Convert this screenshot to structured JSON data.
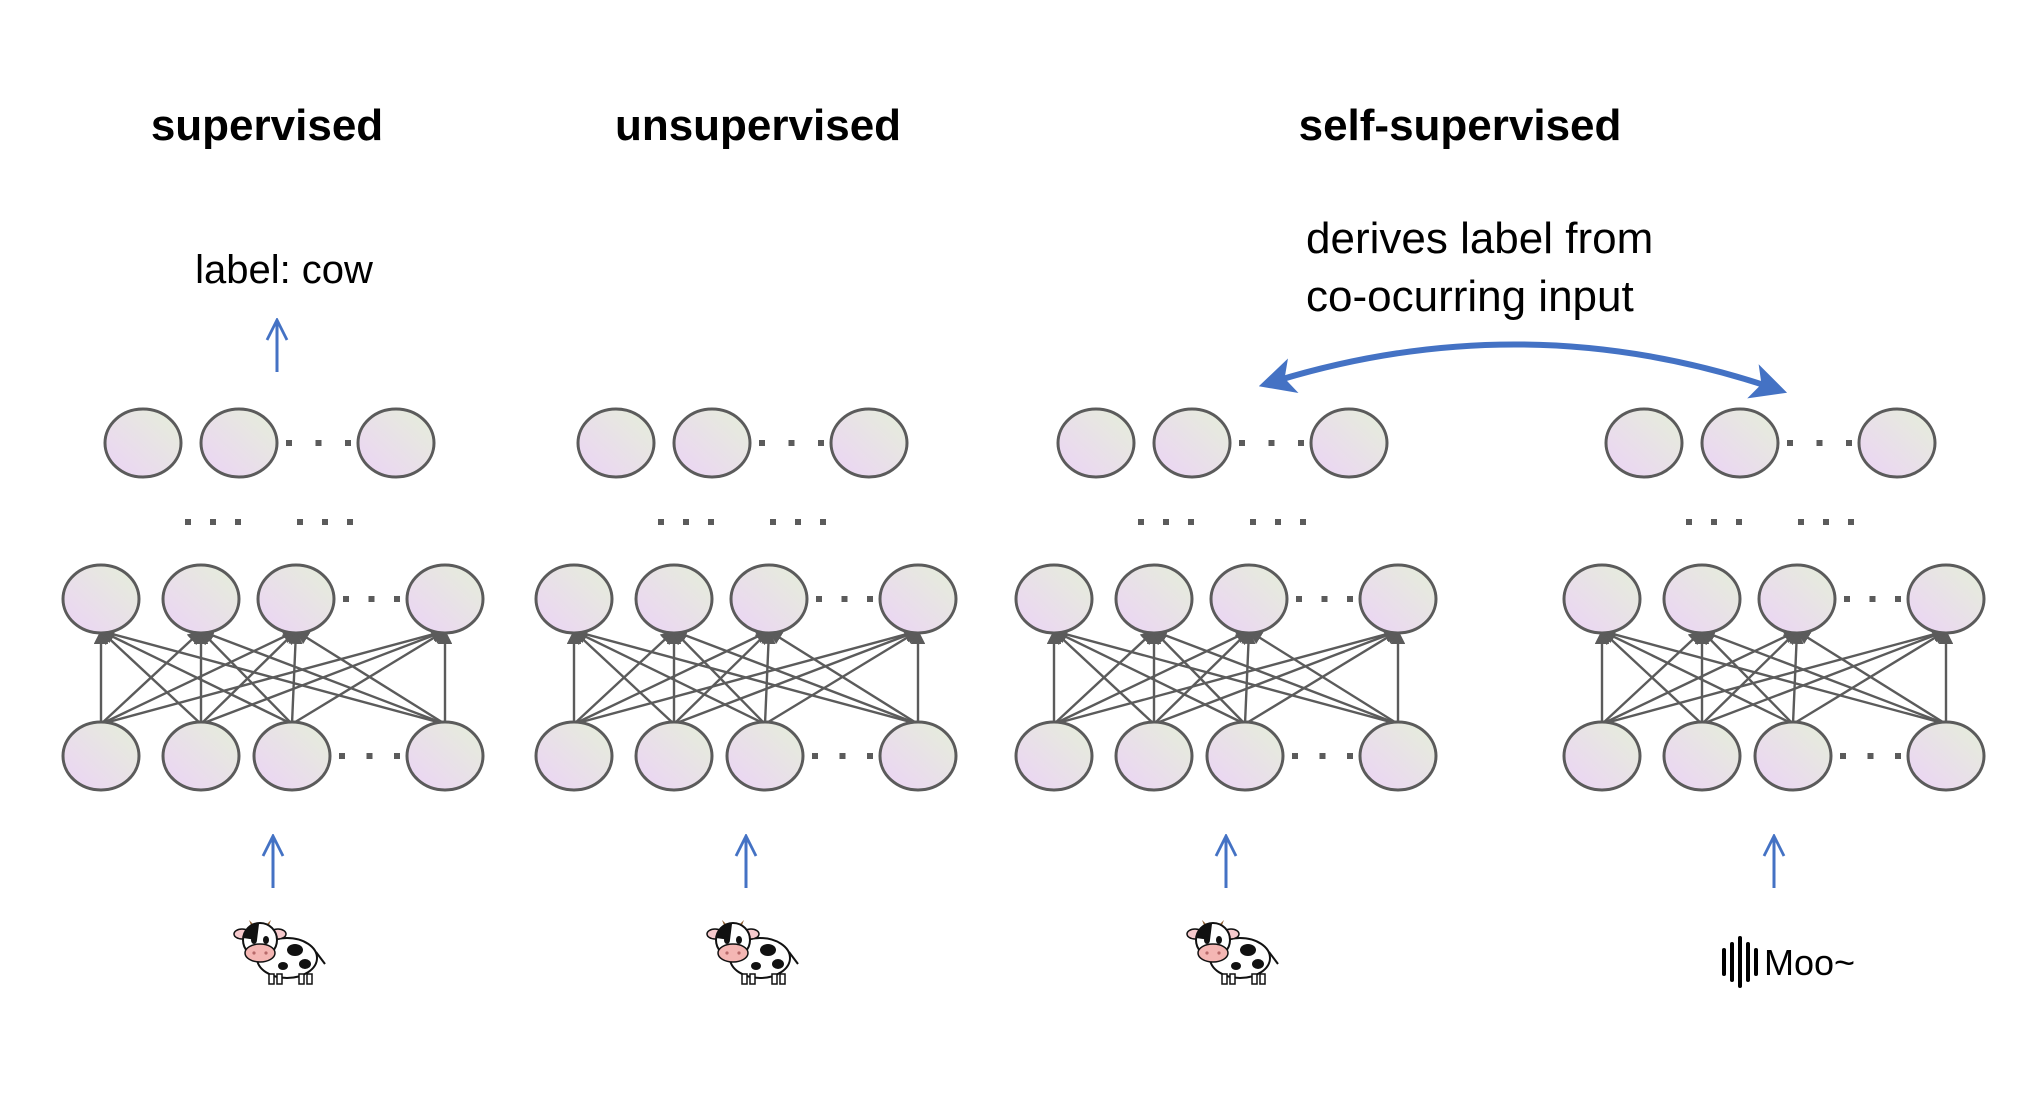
{
  "colors": {
    "accent_arrow": "#4472c4",
    "node_stroke": "#5b5b5b",
    "node_fill_start": "#e9d4f4",
    "node_fill_end": "#e6eedb",
    "text": "#000000"
  },
  "panels": [
    {
      "id": "supervised",
      "title": "supervised",
      "output_label": "label: cow",
      "input": {
        "type": "image",
        "icon": "cow-icon"
      }
    },
    {
      "id": "unsupervised",
      "title": "unsupervised",
      "output_label": null,
      "input": {
        "type": "image",
        "icon": "cow-icon"
      }
    },
    {
      "id": "self-supervised-image",
      "title": "self-supervised",
      "output_label": null,
      "input": {
        "type": "image",
        "icon": "cow-icon"
      }
    },
    {
      "id": "self-supervised-audio",
      "title": null,
      "output_label": null,
      "input": {
        "type": "audio",
        "icon": "sound-wave-icon",
        "text": "Moo~"
      }
    }
  ],
  "self_supervised_annotation": {
    "line1": "derives label from",
    "line2": "co-ocurring input",
    "connector": "bidirectional-curved-arrow"
  },
  "network": {
    "output_layer_nodes_shown": 3,
    "hidden_layer_nodes_shown": 4,
    "input_layer_nodes_shown": 4,
    "connectivity": "fully-connected",
    "ellipsis": "..."
  }
}
